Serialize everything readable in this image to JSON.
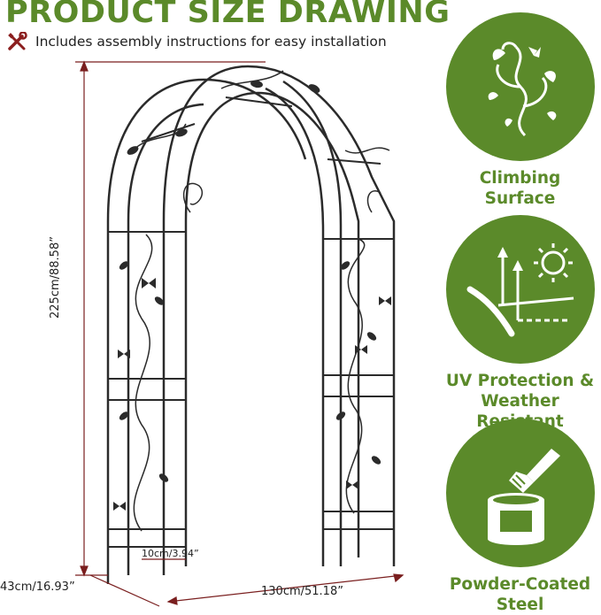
{
  "header": {
    "title": "PRODUCT SIZE DRAWING",
    "subtitle": "Includes assembly instructions for easy installation"
  },
  "dimensions": {
    "height": "225cm/88.58”",
    "depth": "43cm/16.93”",
    "width": "130cm/51.18”",
    "gap": "10cm/3.94”"
  },
  "features": [
    {
      "label": "Climbing\nSurface",
      "icon": "climbing-vine-icon"
    },
    {
      "label": "UV Protection &\nWeather Resistant",
      "icon": "sun-uv-icon"
    },
    {
      "label": "Powder-Coated\nSteel",
      "icon": "paint-can-icon"
    }
  ],
  "colors": {
    "accent": "#5b8a2a",
    "dimension_line": "#7a1f1f",
    "metal": "#2b2b2b"
  }
}
